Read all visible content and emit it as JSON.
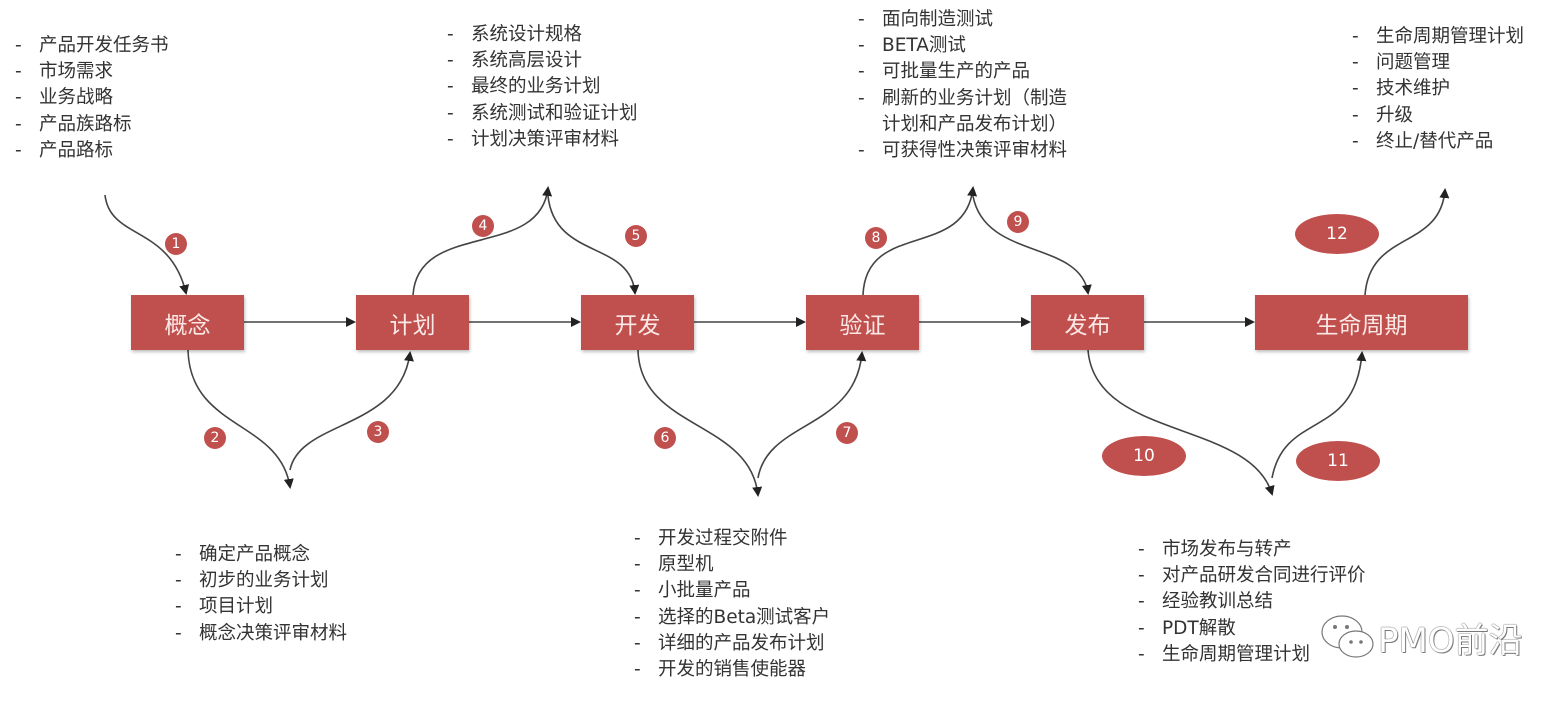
{
  "stages": [
    "概念",
    "计划",
    "开发",
    "验证",
    "发布",
    "生命周期"
  ],
  "badges": [
    "1",
    "2",
    "3",
    "4",
    "5",
    "6",
    "7",
    "8",
    "9",
    "10",
    "11",
    "12"
  ],
  "lists": {
    "inputs": [
      "产品开发任务书",
      "市场需求",
      "业务战略",
      "产品族路标",
      "产品路标"
    ],
    "plan_outputs": [
      "系统设计规格",
      "系统高层设计",
      "最终的业务计划",
      "系统测试和验证计划",
      "计划决策评审材料"
    ],
    "concept_outputs": [
      "确定产品概念",
      "初步的业务计划",
      "项目计划",
      "概念决策评审材料"
    ],
    "verify_outputs": [
      "面向制造测试",
      "BETA测试",
      "可批量生产的产品",
      "刷新的业务计划（制造",
      "计划和产品发布计划）",
      "可获得性决策评审材料"
    ],
    "dev_outputs": [
      "开发过程交附件",
      "原型机",
      "小批量产品",
      "选择的Beta测试客户",
      "详细的产品发布计划",
      "开发的销售使能器"
    ],
    "lifecycle_outputs": [
      "生命周期管理计划",
      "问题管理",
      "技术维护",
      "升级",
      "终止/替代产品"
    ],
    "launch_outputs": [
      "市场发布与转产",
      "对产品研发合同进行评价",
      "经验教训总结",
      "PDT解散",
      "生命周期管理计划"
    ]
  },
  "watermark": "PMO前沿",
  "colors": {
    "box": "#c0504d",
    "line": "#333333"
  }
}
